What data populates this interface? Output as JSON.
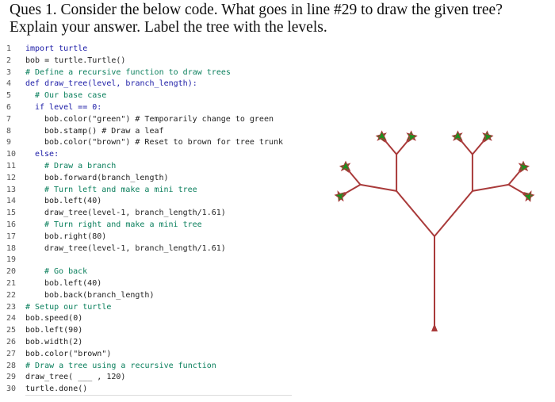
{
  "question": {
    "line1": "Ques 1. Consider the below code. What goes in line #29 to draw the given tree?",
    "line2": "Explain your answer. Label the tree with the levels."
  },
  "code_lines": [
    {
      "n": "1",
      "indent": 0,
      "text": "import turtle"
    },
    {
      "n": "2",
      "indent": 0,
      "text": "bob = turtle.Turtle()"
    },
    {
      "n": "3",
      "indent": 0,
      "text": "# Define a recursive function to draw trees"
    },
    {
      "n": "4",
      "indent": 0,
      "text": "def draw_tree(level, branch_length):"
    },
    {
      "n": "5",
      "indent": 1,
      "text": "# Our base case"
    },
    {
      "n": "6",
      "indent": 1,
      "text": "if level == 0:"
    },
    {
      "n": "7",
      "indent": 2,
      "text": "bob.color(\"green\") # Temporarily change to green"
    },
    {
      "n": "8",
      "indent": 2,
      "text": "bob.stamp() # Draw a leaf"
    },
    {
      "n": "9",
      "indent": 2,
      "text": "bob.color(\"brown\") # Reset to brown for tree trunk"
    },
    {
      "n": "10",
      "indent": 1,
      "text": "else:"
    },
    {
      "n": "11",
      "indent": 2,
      "text": "# Draw a branch"
    },
    {
      "n": "12",
      "indent": 2,
      "text": "bob.forward(branch_length)"
    },
    {
      "n": "13",
      "indent": 2,
      "text": "# Turn left and make a mini tree"
    },
    {
      "n": "14",
      "indent": 2,
      "text": "bob.left(40)"
    },
    {
      "n": "15",
      "indent": 2,
      "text": "draw_tree(level-1, branch_length/1.61)"
    },
    {
      "n": "16",
      "indent": 2,
      "text": "# Turn right and make a mini tree"
    },
    {
      "n": "17",
      "indent": 2,
      "text": "bob.right(80)"
    },
    {
      "n": "18",
      "indent": 2,
      "text": "draw_tree(level-1, branch_length/1.61)"
    },
    {
      "n": "19",
      "indent": 0,
      "text": ""
    },
    {
      "n": "20",
      "indent": 2,
      "text": "# Go back"
    },
    {
      "n": "21",
      "indent": 2,
      "text": "bob.left(40)"
    },
    {
      "n": "22",
      "indent": 2,
      "text": "bob.back(branch_length)"
    },
    {
      "n": "23",
      "indent": 0,
      "text": "# Setup our turtle"
    },
    {
      "n": "24",
      "indent": 0,
      "text": "bob.speed(0)"
    },
    {
      "n": "25",
      "indent": 0,
      "text": "bob.left(90)"
    },
    {
      "n": "26",
      "indent": 0,
      "text": "bob.width(2)"
    },
    {
      "n": "27",
      "indent": 0,
      "text": "bob.color(\"brown\")"
    },
    {
      "n": "28",
      "indent": 0,
      "text": "# Draw a tree using a recursive function"
    },
    {
      "n": "29",
      "indent": 0,
      "text": "draw_tree( ___ , 120)"
    },
    {
      "n": "30",
      "indent": 0,
      "text": "turtle.done()"
    }
  ],
  "tree": {
    "levels": 4,
    "trunk_length": 120,
    "ratio": 1.61,
    "turn_angle": 40,
    "branch_color": "#a93a3a",
    "leaf_color": "#1f8f1f"
  }
}
